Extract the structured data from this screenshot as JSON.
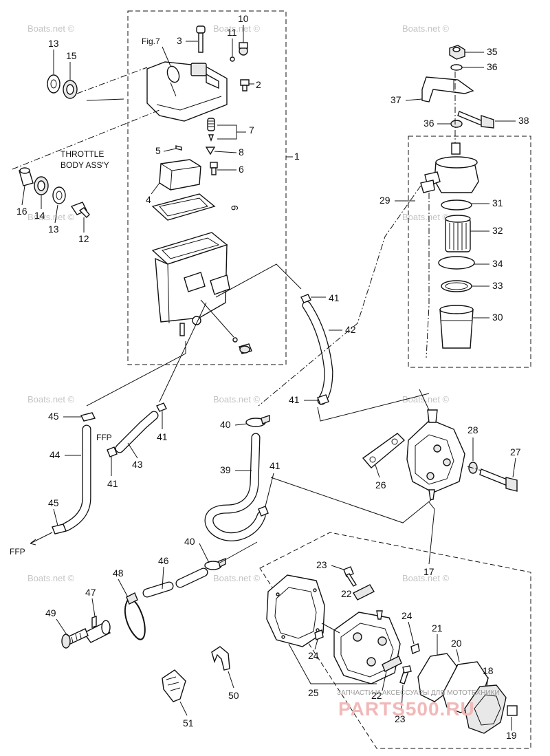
{
  "diagram": {
    "watermark_text": "Boats.net ©",
    "callouts": [
      "1",
      "2",
      "3",
      "4",
      "5",
      "6",
      "7",
      "8",
      "9",
      "10",
      "11",
      "12",
      "13",
      "14",
      "15",
      "16",
      "17",
      "18",
      "19",
      "20",
      "21",
      "22",
      "23",
      "24",
      "25",
      "26",
      "27",
      "28",
      "29",
      "30",
      "31",
      "32",
      "33",
      "34",
      "35",
      "36",
      "37",
      "38",
      "39",
      "40",
      "41",
      "42",
      "43",
      "44",
      "45",
      "46",
      "47",
      "48",
      "49",
      "50",
      "51"
    ],
    "labels": {
      "fig_ref": "Fig.7",
      "throttle_line1": "THROTTLE",
      "throttle_line2": "BODY ASS'Y",
      "ffp": "FFP"
    },
    "stamp": {
      "line1": "ЗАПЧАСТИ И АКСЕССУАРЫ ДЛЯ МОТОТЕХНИКИ",
      "line2": "PARTS500.RU"
    }
  }
}
